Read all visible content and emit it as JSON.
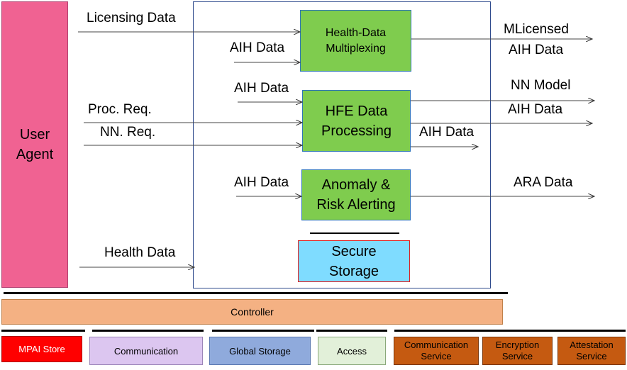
{
  "user_agent": {
    "label": "User\nAgent",
    "color": "#f06292"
  },
  "modules": {
    "health_data_multiplexing": {
      "label": "Health-Data\nMultiplexing",
      "color": "#7fcc4e"
    },
    "hfe_data_processing": {
      "label": "HFE Data\nProcessing",
      "color": "#7fcc4e"
    },
    "anomaly_risk_alerting": {
      "label": "Anomaly &\nRisk Alerting",
      "color": "#7fcc4e"
    },
    "secure_storage": {
      "label": "Secure\nStorage",
      "color": "#7fdcff"
    }
  },
  "inputs": {
    "licensing_data": "Licensing Data",
    "aih_data_1": "AIH Data",
    "aih_data_2": "AIH Data",
    "proc_req": "Proc. Req.",
    "nn_req": "NN. Req.",
    "aih_data_3": "AIH Data",
    "health_data": "Health Data"
  },
  "outputs": {
    "mlicensed": "MLicensed",
    "aih_data_mux": "AIH Data",
    "nn_model": "NN Model",
    "aih_data_hfe": "AIH Data",
    "aih_data_internal": "AIH Data",
    "ara_data": "ARA Data"
  },
  "controller": {
    "label": "Controller",
    "color": "#f4b183"
  },
  "infrastructure": [
    {
      "label": "MPAI Store",
      "color": "#ff0000"
    },
    {
      "label": "Communication",
      "color": "#dcc6f0"
    },
    {
      "label": "Global Storage",
      "color": "#8faadc"
    },
    {
      "label": "Access",
      "color": "#e2f0d9"
    },
    {
      "label": "Communication\nService",
      "color": "#c55a11"
    },
    {
      "label": "Encryption\nService",
      "color": "#c55a11"
    },
    {
      "label": "Attestation\nService",
      "color": "#c55a11"
    }
  ]
}
